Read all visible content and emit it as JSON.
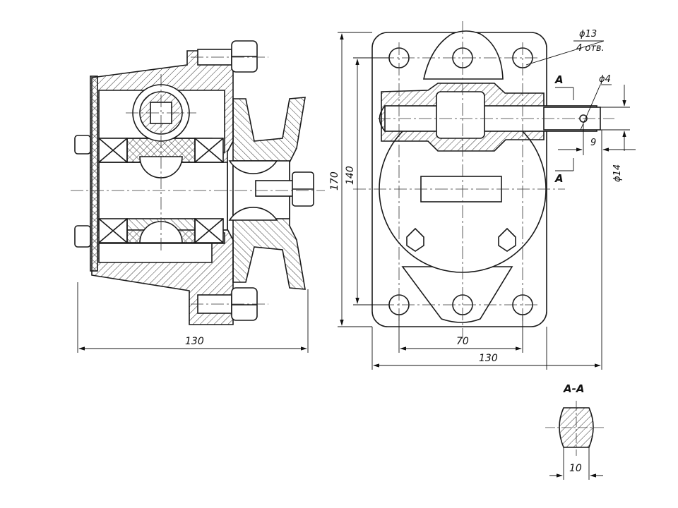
{
  "drawing": {
    "front_view": {
      "width_dim": "130"
    },
    "plan_view": {
      "hole_dia": "ϕ13",
      "hole_note": "4 отв.",
      "pin_dia": "ϕ4",
      "pin_offset": "9",
      "shaft_dia": "ϕ14",
      "height_overall": "170",
      "height_holes": "140",
      "hole_spacing": "70",
      "width_overall": "130",
      "section_mark_top": "A",
      "section_mark_bottom": "A"
    },
    "section": {
      "title": "A-A",
      "width_dim": "10"
    }
  },
  "colors": {
    "line": "#1a1a1a",
    "hatch": "#333333",
    "paper": "#ffffff"
  }
}
